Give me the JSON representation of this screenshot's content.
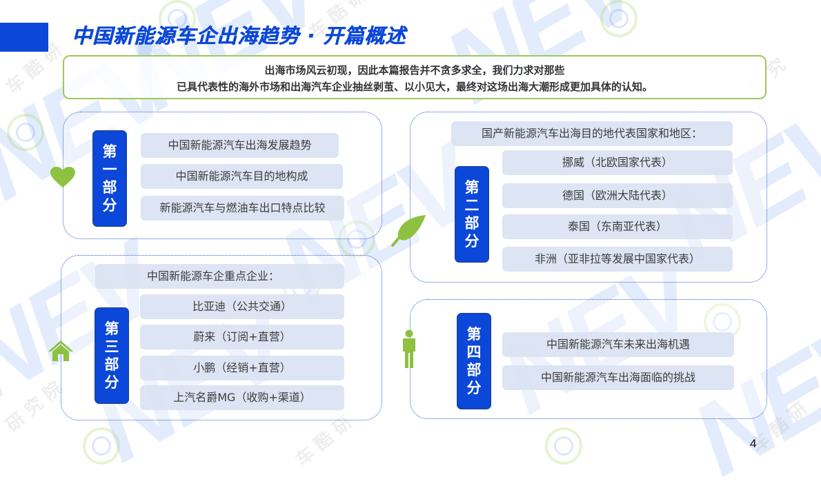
{
  "header": {
    "title": "中国新能源车企出海趋势 · 开篇概述"
  },
  "intro": {
    "line1": "出海市场风云初现，因此本篇报告并不贪多求全，我们力求对那些",
    "line2": "已具代表性的海外市场和出海汽车企业抽丝剥茧、以小见大，最终对这场出海大潮形成更加具体的认知。"
  },
  "sections": [
    {
      "badge": [
        "第",
        "一",
        "部",
        "分"
      ],
      "icon": "heart-icon",
      "items": [
        "中国新能源汽车出海发展趋势",
        "中国新能源汽车目的地构成",
        "新能源汽车与燃油车出口特点比较"
      ]
    },
    {
      "badge": [
        "第",
        "二",
        "部",
        "分"
      ],
      "icon": "leaf-icon",
      "heading": "国产新能源汽车出海目的地代表国家和地区：",
      "items": [
        "挪威（北欧国家代表）",
        "德国（欧洲大陆代表）",
        "泰国（东南亚代表）",
        "非洲（亚非拉等发展中国家代表）"
      ]
    },
    {
      "badge": [
        "第",
        "三",
        "部",
        "分"
      ],
      "icon": "house-icon",
      "heading": "中国新能源车企重点企业：",
      "items": [
        "比亚迪（公共交通）",
        "蔚来（订阅+直营）",
        "小鹏（经销+直营）",
        "上汽名爵MG（收购+渠道）"
      ]
    },
    {
      "badge": [
        "第",
        "四",
        "部",
        "分"
      ],
      "icon": "person-icon",
      "items": [
        "中国新能源汽车未来出海机遇",
        "中国新能源汽车出海面临的挑战"
      ]
    }
  ],
  "footer": {
    "page_number": "4"
  },
  "colors": {
    "brand_blue": "#0b47d8",
    "accent_green": "#8dc13f",
    "item_bg": "#dae3f3",
    "intro_border": "#9cc95a"
  }
}
